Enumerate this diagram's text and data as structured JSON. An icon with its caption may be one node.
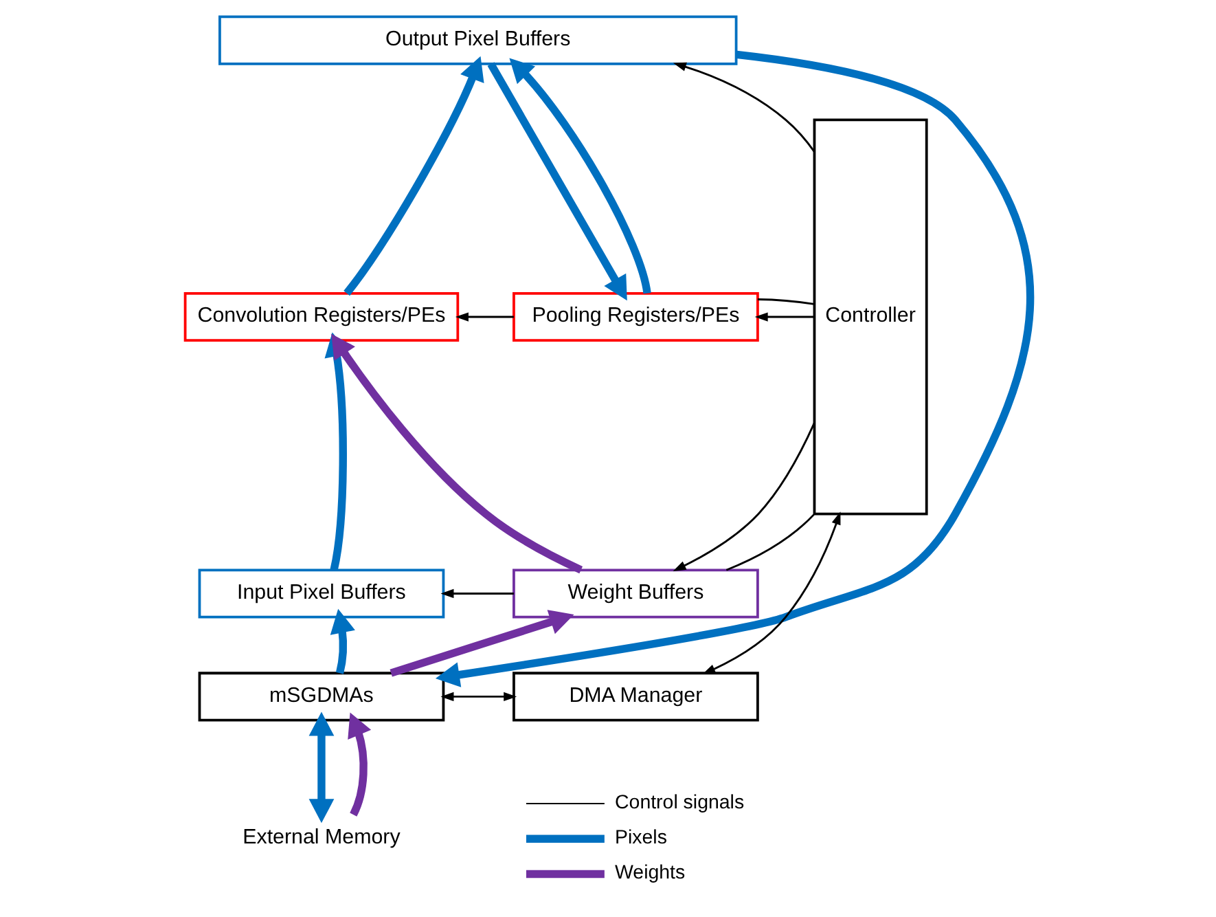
{
  "diagram": {
    "nodes": [
      {
        "text": [
          "Output Pixel Buffers"
        ]
      },
      {
        "text": [
          "Convolution Registers/PEs"
        ]
      },
      {
        "text": [
          "Pooling Registers/PEs"
        ]
      },
      {
        "text": [
          "Input Pixel Buffers"
        ]
      },
      {
        "text": [
          "Weight Buffers"
        ]
      },
      {
        "text": [
          "mSGDMAs"
        ]
      },
      {
        "text": [
          "DMA Manager"
        ]
      },
      {
        "text": [
          "Controller"
        ]
      },
      {
        "text": [
          "External Memory"
        ]
      }
    ],
    "edges": [
      {
        "from": 7,
        "to": 0,
        "arrow": "to"
      },
      {
        "from": 7,
        "to": 2,
        "arrow": "to"
      },
      {
        "from": 2,
        "to": 7,
        "arrow": "none"
      },
      {
        "from": 7,
        "to": 4,
        "arrow": "to"
      },
      {
        "from": 4,
        "to": 7,
        "arrow": "none"
      },
      {
        "from": 6,
        "to": 7,
        "arrow": "both"
      },
      {
        "from": 2,
        "to": 1,
        "arrow": "to"
      },
      {
        "from": 4,
        "to": 3,
        "arrow": "to"
      },
      {
        "from": 5,
        "to": 6,
        "arrow": "both"
      },
      {
        "from": 1,
        "to": 0,
        "arrow": "to",
        "color": "#0070c0"
      },
      {
        "from": 0,
        "to": 2,
        "arrow": "to",
        "color": "#0070c0"
      },
      {
        "from": 2,
        "to": 0,
        "arrow": "to",
        "color": "#0070c0"
      },
      {
        "from": 3,
        "to": 1,
        "arrow": "to",
        "color": "#0070c0"
      },
      {
        "from": 5,
        "to": 3,
        "arrow": "to",
        "color": "#0070c0"
      },
      {
        "from": 0,
        "to": 5,
        "arrow": "to",
        "color": "#0070c0"
      },
      {
        "from": 8,
        "to": 5,
        "arrow": "both",
        "color": "#0070c0"
      },
      {
        "from": 8,
        "to": 5,
        "arrow": "to",
        "color": "#7030a0"
      },
      {
        "from": 5,
        "to": 4,
        "arrow": "to",
        "color": "#7030a0"
      },
      {
        "from": 4,
        "to": 1,
        "arrow": "to",
        "color": "#7030a0"
      }
    ],
    "legend": [
      {
        "text": "Control signals"
      },
      {
        "text": "Pixels"
      },
      {
        "text": "Weights"
      }
    ]
  }
}
